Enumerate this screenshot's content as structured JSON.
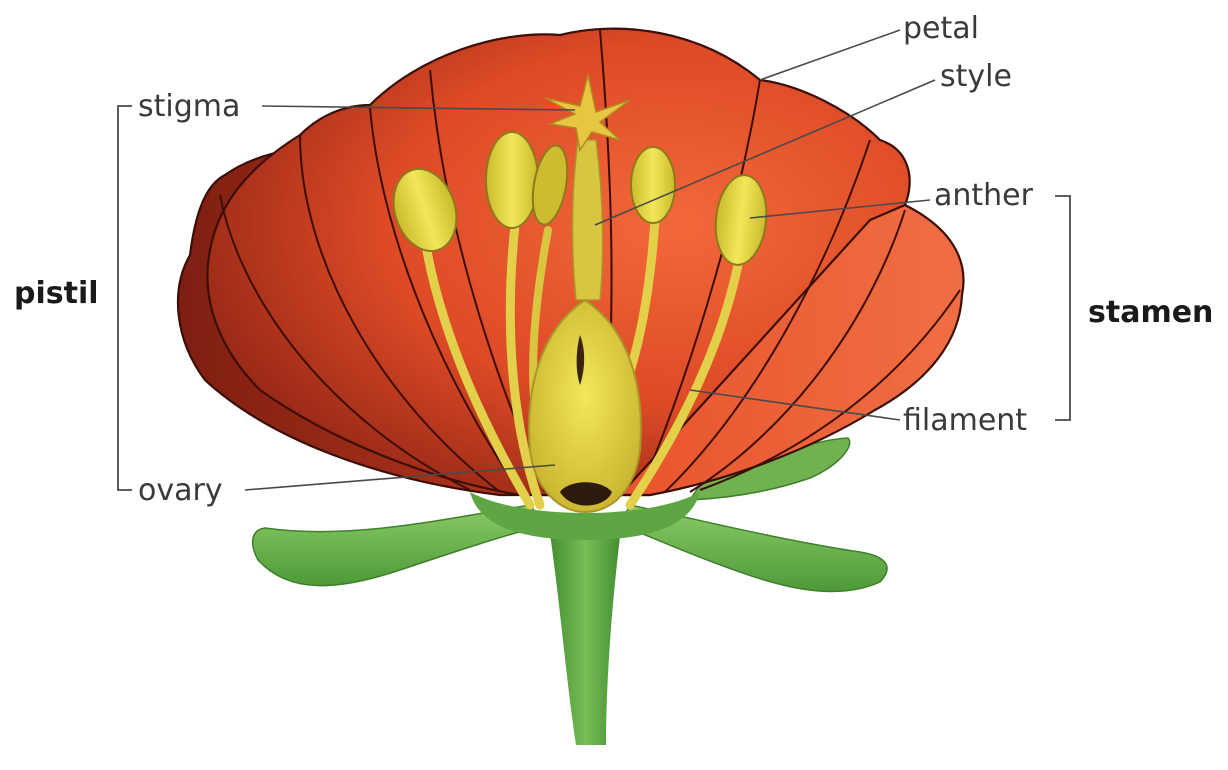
{
  "labels": {
    "petal": "petal",
    "style": "style",
    "stigma": "stigma",
    "anther": "anther",
    "filament": "filament",
    "ovary": "ovary"
  },
  "groups": {
    "pistil": "pistil",
    "stamen": "stamen"
  },
  "colors": {
    "petal_dark": "#9c2a17",
    "petal_light": "#ee5a32",
    "stamen_yellow": "#e4d24a",
    "anther_yellow": "#e9dc3f",
    "leaf_green": "#6fb24f",
    "stem_green": "#5fa444",
    "ovary_base": "#2e1a0c"
  }
}
